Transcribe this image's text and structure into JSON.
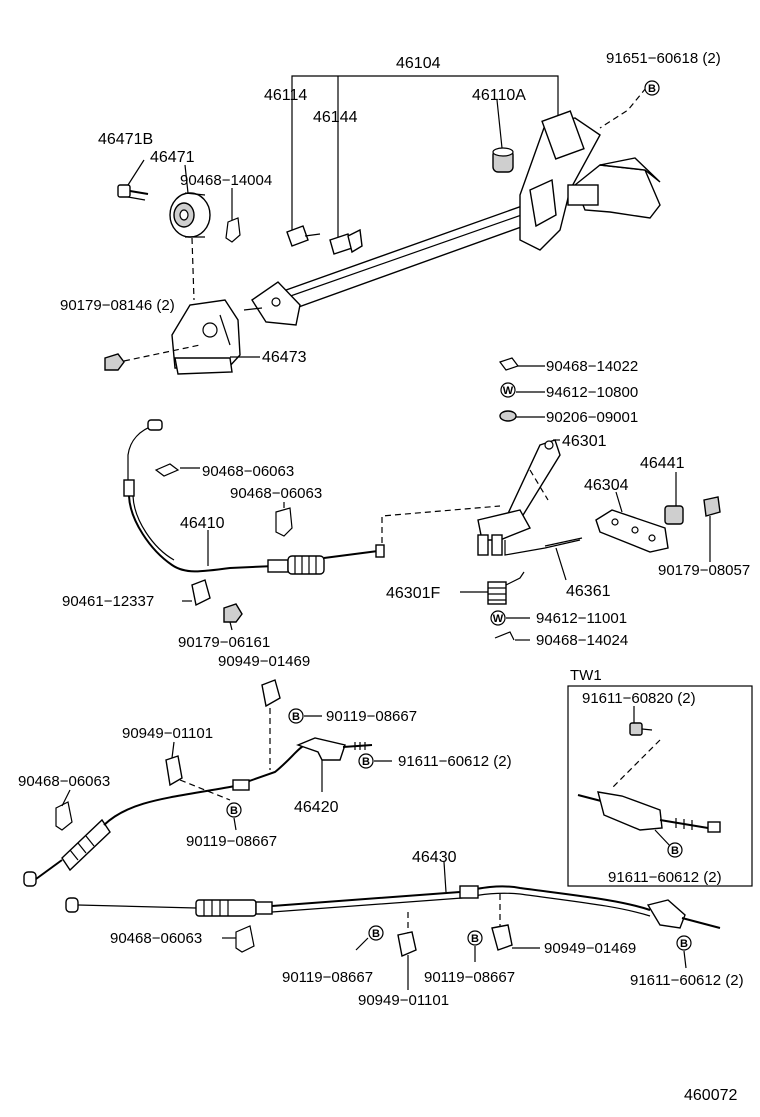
{
  "diagram": {
    "figure_code": "460072",
    "tw_box_label": "TW1",
    "parts": {
      "p46104": "46104",
      "p46114": "46114",
      "p46144": "46144",
      "p46110A": "46110A",
      "p91651": "91651−60618 (2)",
      "p46471B": "46471B",
      "p46471": "46471",
      "p90468_14004": "90468−14004",
      "p90179_08146": "90179−08146 (2)",
      "p46473": "46473",
      "p90468_14022": "90468−14022",
      "p94612_10800": "94612−10800",
      "p90206_09001": "90206−09001",
      "p46301": "46301",
      "p46441": "46441",
      "p46304": "46304",
      "p90179_08057": "90179−08057",
      "p90468_06063_a": "90468−06063",
      "p90468_06063_b": "90468−06063",
      "p46410": "46410",
      "p46361": "46361",
      "p46301F": "46301F",
      "p94612_11001": "94612−11001",
      "p90468_14024": "90468−14024",
      "p90461_12337": "90461−12337",
      "p90179_06161": "90179−06161",
      "p90949_01469_a": "90949−01469",
      "p90119_08667_a": "90119−08667",
      "p90949_01101_a": "90949−01101",
      "p91611_60612_a": "91611−60612 (2)",
      "p90468_06063_c": "90468−06063",
      "p46420": "46420",
      "p90119_08667_b": "90119−08667",
      "p46430": "46430",
      "p90468_06063_d": "90468−06063",
      "p90119_08667_c": "90119−08667",
      "p90119_08667_d": "90119−08667",
      "p90949_01469_b": "90949−01469",
      "p90949_01101_b": "90949−01101",
      "p91611_60612_b": "91611−60612 (2)",
      "p91611_60820": "91611−60820 (2)",
      "p91611_60612_c": "91611−60612 (2)"
    },
    "markers": {
      "b": "B",
      "w": "W"
    }
  }
}
